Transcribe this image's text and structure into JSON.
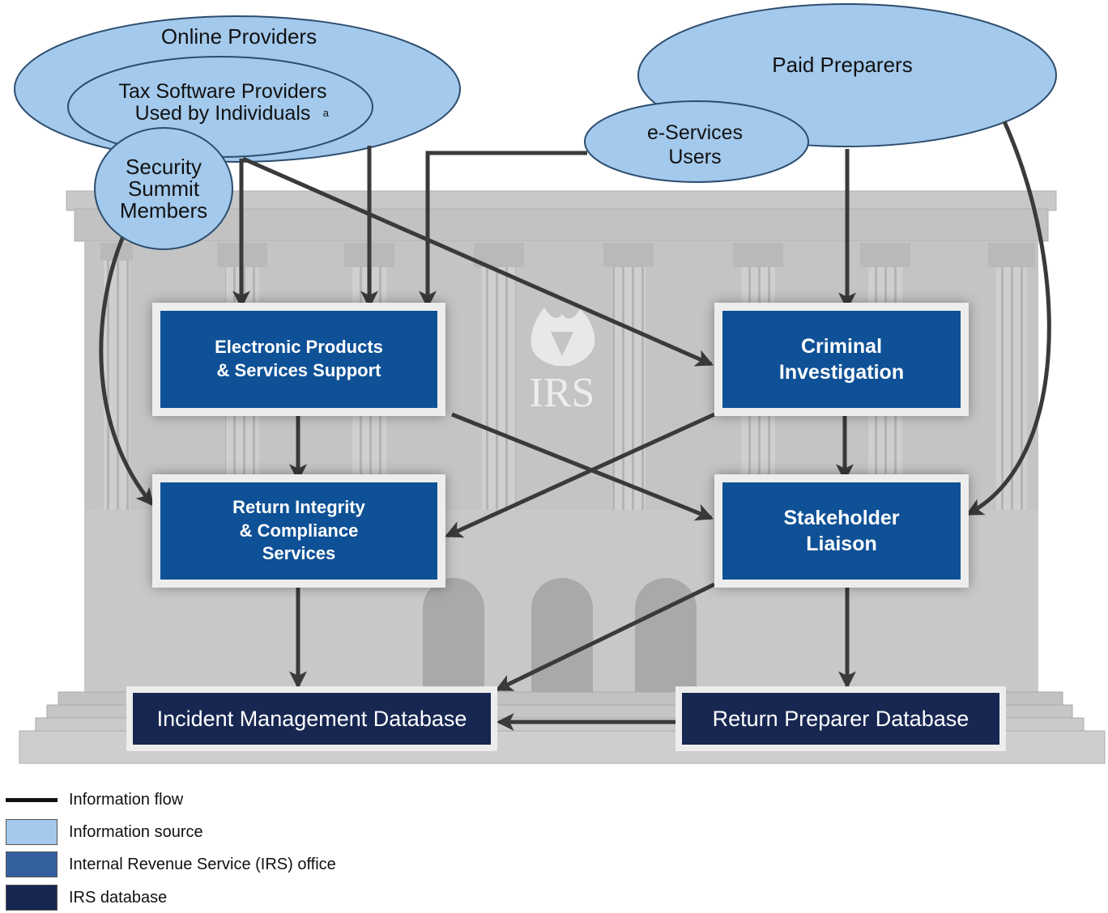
{
  "sources": {
    "online_providers": "Online Providers",
    "tax_software": "Tax Software Providers\nUsed by Individuals",
    "tax_software_superscript": "a",
    "security_summit": "Security\nSummit\nMembers",
    "paid_preparers": "Paid Preparers",
    "eservices": "e-Services\nUsers"
  },
  "offices": {
    "epss": "Electronic Products\n& Services Support",
    "ci": "Criminal\nInvestigation",
    "ricss": "Return Integrity\n& Compliance\nServices",
    "stakeholder": "Stakeholder\nLiaison"
  },
  "databases": {
    "incident": "Incident Management Database",
    "preparer": "Return Preparer Database"
  },
  "logo_text": "IRS",
  "legend": {
    "flow": "Information flow",
    "source": "Information source",
    "office": "Internal Revenue Service (IRS) office",
    "database": "IRS database"
  },
  "colors": {
    "source": "#a3c9ec",
    "office": "#0f5196",
    "legend_office": "#3560a0",
    "database": "#172751",
    "arrow": "#3a3a3a",
    "building": "#c6c6c6"
  }
}
